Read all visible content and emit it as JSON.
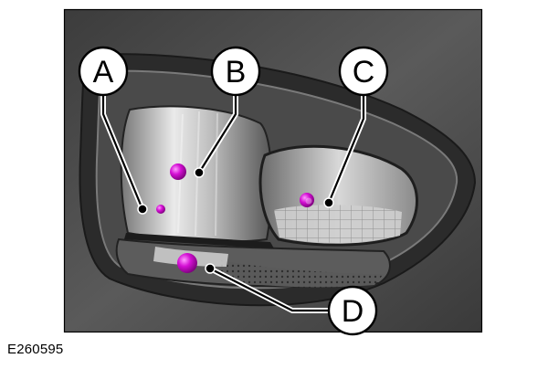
{
  "figure": {
    "id": "E260595",
    "callouts": [
      {
        "key": "A",
        "label": "A"
      },
      {
        "key": "B",
        "label": "B"
      },
      {
        "key": "C",
        "label": "C"
      },
      {
        "key": "D",
        "label": "D"
      }
    ],
    "colors": {
      "frame_border": "#000000",
      "background": "#4a4a4a",
      "housing_dark": "#2a2a2a",
      "bulb_marker": "#d40fd4",
      "callout_fill": "#ffffff"
    }
  }
}
